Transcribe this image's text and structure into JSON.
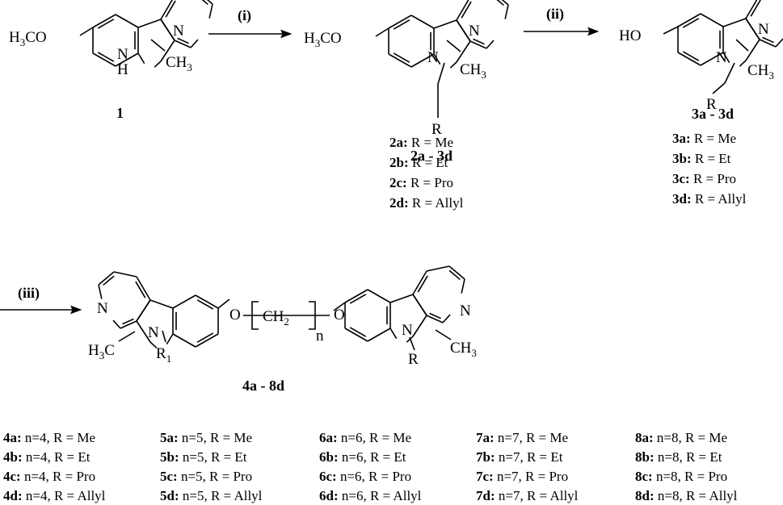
{
  "steps": {
    "i": "(i)",
    "ii": "(ii)",
    "iii": "(iii)"
  },
  "atoms": {
    "N": "N",
    "NH_N": "N",
    "NH_H": "H",
    "O": "O",
    "HO": "HO",
    "R": "R",
    "R1": "R",
    "R1_sub": "1",
    "H3CO": "H3CO",
    "CH3": "CH3",
    "H3C": "H3C",
    "CH2": "CH2",
    "n": "n"
  },
  "compounds": {
    "c1": "1",
    "c2": "2a - 3d",
    "c3": "3a - 3d",
    "c4": "4a - 8d"
  },
  "series_2": [
    {
      "id": "2a:",
      "text": " R = Me"
    },
    {
      "id": "2b:",
      "text": " R = Et"
    },
    {
      "id": "2c:",
      "text": " R = Pro"
    },
    {
      "id": "2d:",
      "text": " R = Allyl"
    }
  ],
  "series_3": [
    {
      "id": "3a:",
      "text": " R = Me"
    },
    {
      "id": "3b:",
      "text": " R = Et"
    },
    {
      "id": "3c:",
      "text": " R = Pro"
    },
    {
      "id": "3d:",
      "text": " R = Allyl"
    }
  ],
  "series_4_8": [
    [
      {
        "id": "4a:",
        "text": " n=4, R = Me"
      },
      {
        "id": "4b:",
        "text": " n=4, R = Et"
      },
      {
        "id": "4c:",
        "text": " n=4, R = Pro"
      },
      {
        "id": "4d:",
        "text": " n=4, R = Allyl"
      }
    ],
    [
      {
        "id": "5a:",
        "text": " n=5, R = Me"
      },
      {
        "id": "5b:",
        "text": " n=5, R = Et"
      },
      {
        "id": "5c:",
        "text": " n=5, R = Pro"
      },
      {
        "id": "5d:",
        "text": " n=5, R = Allyl"
      }
    ],
    [
      {
        "id": "6a:",
        "text": " n=6, R = Me"
      },
      {
        "id": "6b:",
        "text": " n=6, R = Et"
      },
      {
        "id": "6c:",
        "text": " n=6, R = Pro"
      },
      {
        "id": "6d:",
        "text": " n=6, R = Allyl"
      }
    ],
    [
      {
        "id": "7a:",
        "text": " n=7, R = Me"
      },
      {
        "id": "7b:",
        "text": " n=7, R = Et"
      },
      {
        "id": "7c:",
        "text": " n=7, R = Pro"
      },
      {
        "id": "7d:",
        "text": " n=7, R = Allyl"
      }
    ],
    [
      {
        "id": "8a:",
        "text": " n=8, R = Me"
      },
      {
        "id": "8b:",
        "text": " n=8, R = Et"
      },
      {
        "id": "8c:",
        "text": " n=8, R = Pro"
      },
      {
        "id": "8d:",
        "text": " n=8, R = Allyl"
      }
    ]
  ]
}
